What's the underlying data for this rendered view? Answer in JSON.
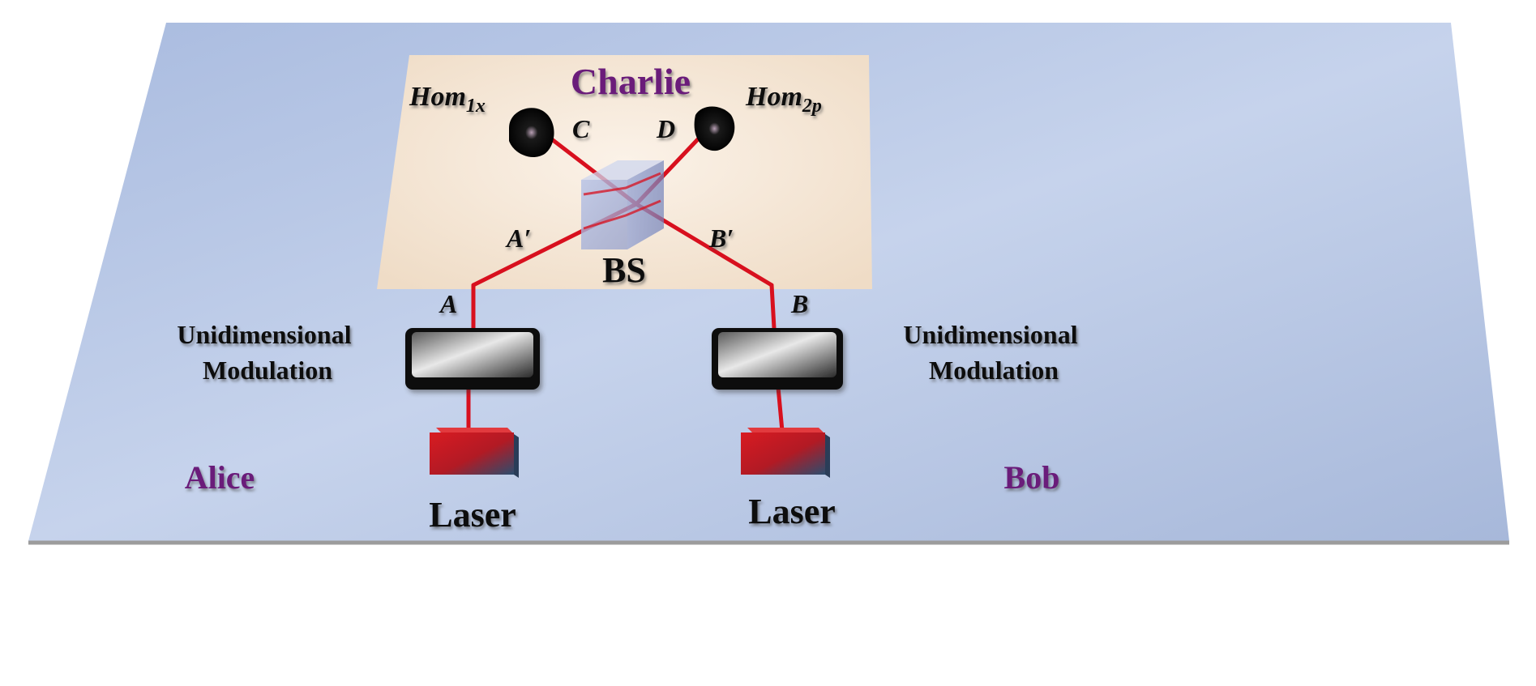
{
  "parties": {
    "charlie": "Charlie",
    "alice": "Alice",
    "bob": "Bob"
  },
  "detectors": {
    "hom1": {
      "base": "Hom",
      "subscript": "1x"
    },
    "hom2": {
      "base": "Hom",
      "subscript": "2p"
    }
  },
  "beam_labels": {
    "a": "A",
    "b": "B",
    "a_prime": "A′",
    "b_prime": "B′",
    "c": "C",
    "d": "D"
  },
  "beamsplitter_label": "BS",
  "modulators": {
    "left": {
      "line1": "Unidimensional",
      "line2": "Modulation"
    },
    "right": {
      "line1": "Unidimensional",
      "line2": "Modulation"
    }
  },
  "lasers": {
    "left": "Laser",
    "right": "Laser"
  },
  "colors": {
    "party_text": "#6a1a7a",
    "beam": "#d8101e",
    "ground_plane": "#b6c6e3",
    "charlie_plane": "#f4e6d3"
  }
}
